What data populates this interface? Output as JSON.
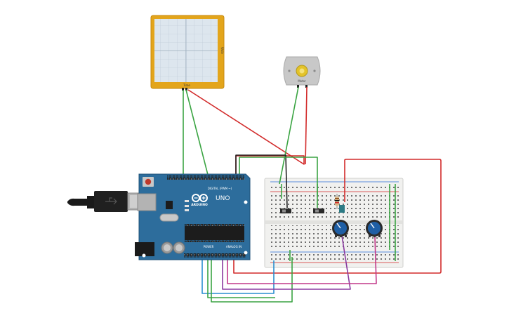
{
  "colors": {
    "background": "#ffffff",
    "board_blue": "#2d6d9c",
    "board_edge": "#1f5177",
    "scope_frame": "#e3a51b",
    "scope_screen": "#dde6ee",
    "breadboard": "#f1f1ef",
    "wire_green": "#3aa442",
    "wire_red": "#d22a2a",
    "wire_black": "#222222",
    "wire_blue": "#2a8ed0",
    "wire_purple": "#8a3aa0",
    "wire_magenta": "#c2398a",
    "pot_knob": "#1f5fa5"
  },
  "oscilloscope": {
    "time_label": "Time",
    "volt_label": "V/div"
  },
  "motor": {
    "label": "Motor"
  },
  "arduino": {
    "brand": "ARDUINO",
    "model": "UNO",
    "digital_label": "DIGITAL (PWM ~)",
    "analog_label": "ANALOG IN",
    "power_label": "POWER",
    "icon": "arduino-logo-icon"
  },
  "components": [
    {
      "name": "usb-cable",
      "type": "usb-b-cable"
    },
    {
      "name": "slide-switch-left",
      "type": "slide-switch"
    },
    {
      "name": "slide-switch-right",
      "type": "slide-switch"
    },
    {
      "name": "resistor",
      "type": "resistor"
    },
    {
      "name": "transistor",
      "type": "npn-transistor"
    },
    {
      "name": "potentiometer-left",
      "type": "potentiometer"
    },
    {
      "name": "potentiometer-right",
      "type": "potentiometer"
    }
  ]
}
